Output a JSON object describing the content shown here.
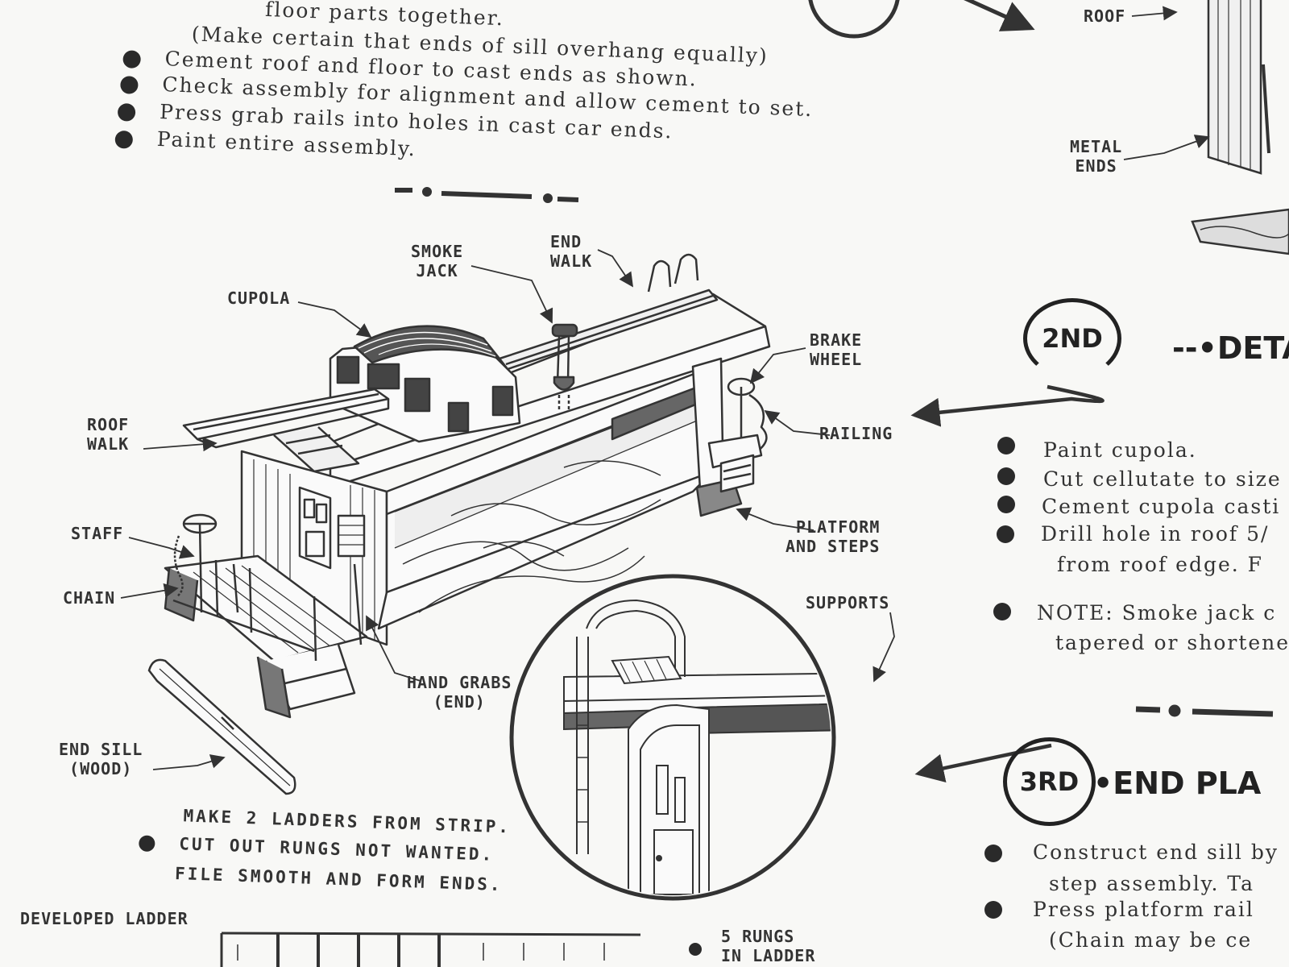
{
  "left_instructions": {
    "fragment": "floor parts together.",
    "lines": [
      "(Make certain that ends of sill overhang equally)",
      "Cement roof and floor to cast ends as shown.",
      "Check assembly for alignment and allow cement to set.",
      "Press grab rails into holes in cast car ends.",
      "Paint entire assembly."
    ]
  },
  "diagram_labels": {
    "smoke_jack": [
      "SMOKE",
      "JACK"
    ],
    "end_walk": [
      "END",
      "WALK"
    ],
    "cupola": "CUPOLA",
    "brake_wheel": [
      "BRAKE",
      "WHEEL"
    ],
    "roof_walk": [
      "ROOF",
      "WALK"
    ],
    "railing": "RAILING",
    "staff": "STAFF",
    "platform_steps": [
      "PLATFORM",
      "AND STEPS"
    ],
    "chain": "CHAIN",
    "supports": "SUPPORTS",
    "hand_grabs": [
      "HAND GRABS",
      "(END)"
    ],
    "end_sill": [
      "END SILL",
      "(WOOD)"
    ],
    "roof": "ROOF",
    "metal_ends": [
      "METAL",
      "ENDS"
    ]
  },
  "ladder_instructions": {
    "lines": [
      "MAKE 2 LADDERS FROM STRIP.",
      "CUT OUT RUNGS NOT WANTED.",
      "FILE SMOOTH AND FORM ENDS."
    ],
    "developed_ladder": "DEVELOPED LADDER",
    "rungs_note": [
      "5 RUNGS",
      "IN LADDER"
    ]
  },
  "step2": {
    "badge": "2ND",
    "heading": "--•DETA",
    "items": [
      "Paint cupola.",
      "Cut cellutate to size",
      "Cement cupola casti",
      "Drill hole in roof 5/"
    ],
    "continuation": "from roof edge. F",
    "note": [
      "NOTE: Smoke jack c",
      "tapered or shortene"
    ]
  },
  "step3": {
    "badge": "3RD",
    "heading": "•END PLA",
    "items": [
      "Construct end sill by",
      "Press platform rail"
    ],
    "continuations": [
      "step assembly. Ta",
      "(Chain may be ce"
    ]
  }
}
